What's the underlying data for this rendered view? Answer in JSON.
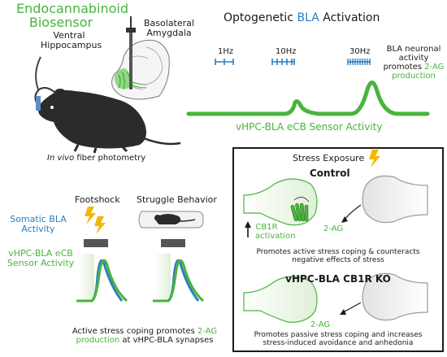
{
  "sensor_title": "Endocannabinoid Biosensor",
  "ventral_hippocampus": "Ventral Hippocampus",
  "basolateral_amygdala": "Basolateral Amygdala",
  "fiber_photometry_italic": "In vivo",
  "fiber_photometry_rest": " fiber photometry",
  "opto_title_pre": "Optogenetic ",
  "opto_title_blue": "BLA",
  "opto_title_post": " Activation",
  "freq_1": "1Hz",
  "freq_2": "10Hz",
  "freq_3": "30Hz",
  "bla_note_line1": "BLA neuronal",
  "bla_note_line2": "activity",
  "bla_note_line3": "promotes",
  "bla_note_2ag": "2-AG",
  "bla_note_line4": "production",
  "sensor_activity_label": "vHPC-BLA eCB Sensor Activity",
  "footshock": "Footshock",
  "struggle": "Struggle Behavior",
  "somatic_bla": "Somatic BLA Activity",
  "vhpc_sensor": "vHPC-BLA eCB Sensor Activity",
  "coping_pre": "Active stress coping promotes",
  "coping_2ag": "2-AG",
  "coping_production": "production",
  "coping_post": "at vHPC-BLA synapses",
  "box": {
    "stress_exposure": "Stress Exposure",
    "control": "Control",
    "cb1r": "CB1R",
    "activation": "activation",
    "two_ag": "2-AG",
    "control_text_1": "Promotes active stress coping & counteracts",
    "control_text_2": "negative effects of stress",
    "ko_title": "vHPC-BLA CB1R KO",
    "ko_two_ag": "2-AG",
    "ko_text_1": "Promotes passive stress coping and increases",
    "ko_text_2": "stress-induced avoidance and anhedonia"
  },
  "colors": {
    "green": "#4ab33e",
    "blue": "#2b7fc1",
    "lightgreen": "#dff0d8",
    "gray": "#d9d9d9",
    "dark": "#1a1a1a",
    "bolt": "#f2b705"
  }
}
